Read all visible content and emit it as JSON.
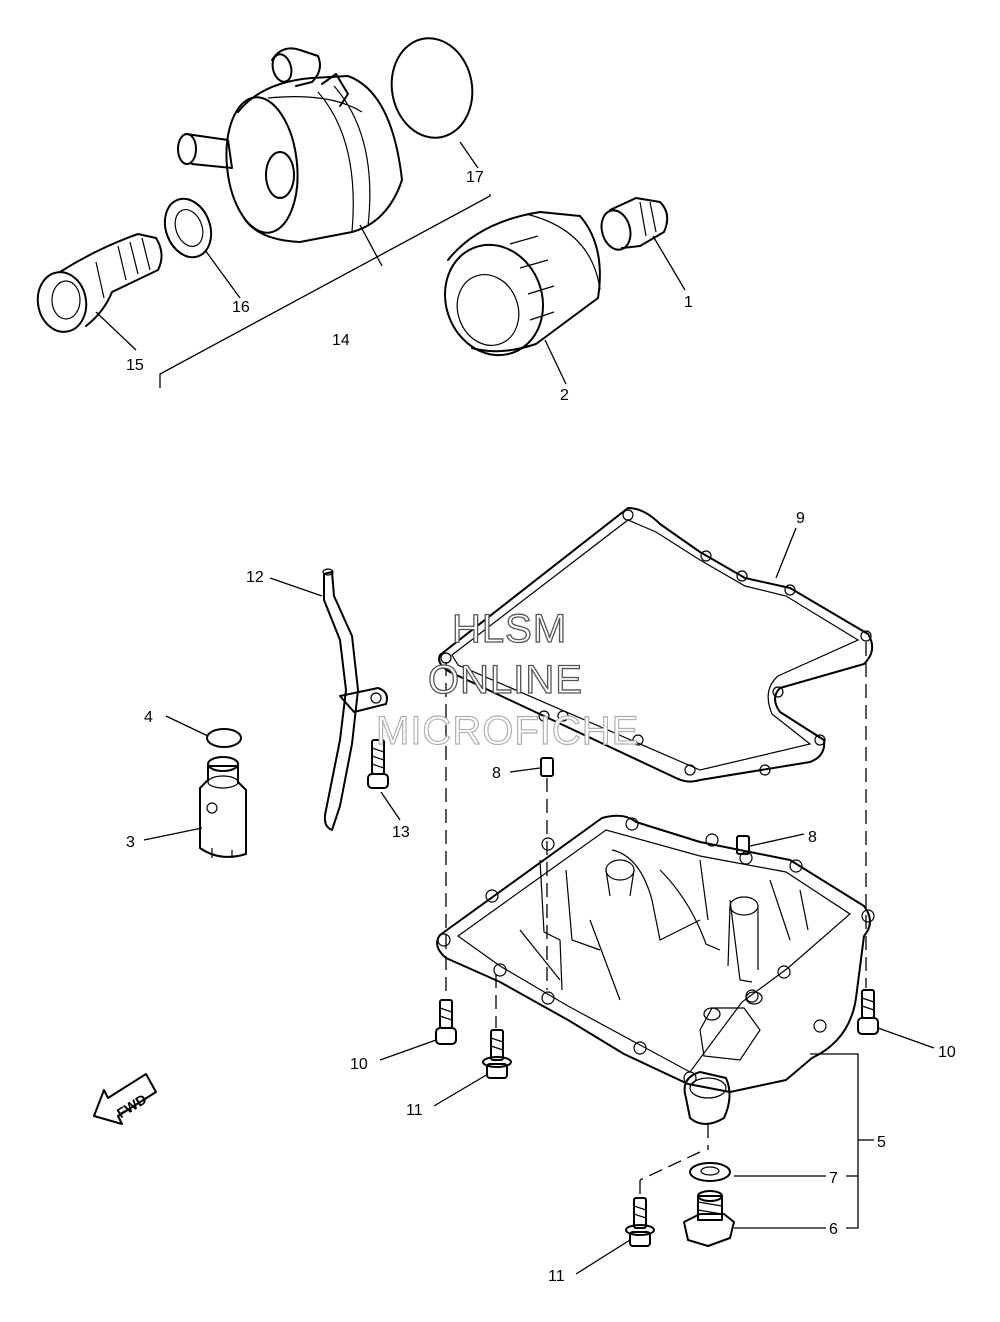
{
  "watermark": {
    "line1": "HLSM",
    "line2": "ONLINE",
    "line3": "MICROFICHE"
  },
  "fwd_label": "FWD",
  "callouts": {
    "c1": "1",
    "c2": "2",
    "c3": "3",
    "c4": "4",
    "c5": "5",
    "c6": "6",
    "c7": "7",
    "c8a": "8",
    "c8b": "8",
    "c9": "9",
    "c10a": "10",
    "c10b": "10",
    "c11a": "11",
    "c11b": "11",
    "c12": "12",
    "c13": "13",
    "c14": "14",
    "c15": "15",
    "c16": "16",
    "c17": "17"
  }
}
